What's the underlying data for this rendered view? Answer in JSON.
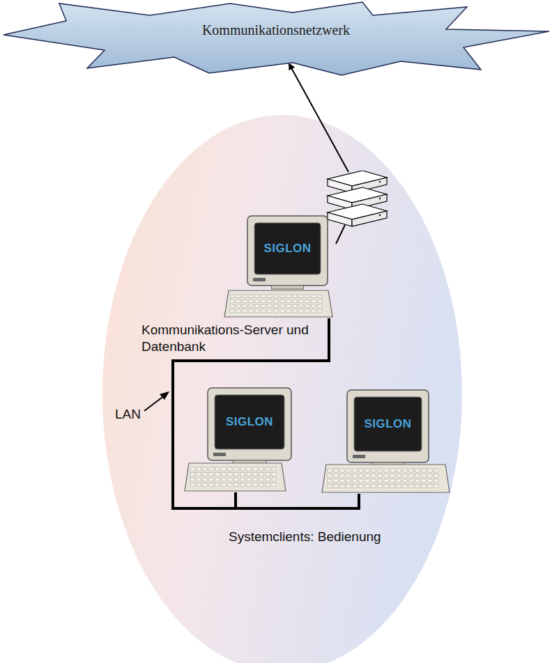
{
  "diagram": {
    "nodes": [
      {
        "text": [
          "Kommunikationsnetzwerk"
        ]
      },
      {
        "text": [
          "SIGLON",
          "Kommunikations-Server und Datenbank"
        ]
      },
      {
        "text": [
          "SIGLON"
        ]
      },
      {
        "text": [
          "SIGLON"
        ]
      }
    ],
    "edges": [
      {
        "from": 1,
        "to": 0,
        "arrow": "to"
      },
      {
        "from": 1,
        "to": 2,
        "arrow": "none"
      },
      {
        "from": 1,
        "to": 3,
        "arrow": "none"
      }
    ],
    "labels": [
      "LAN",
      "Systemclients: Bedienung"
    ]
  }
}
